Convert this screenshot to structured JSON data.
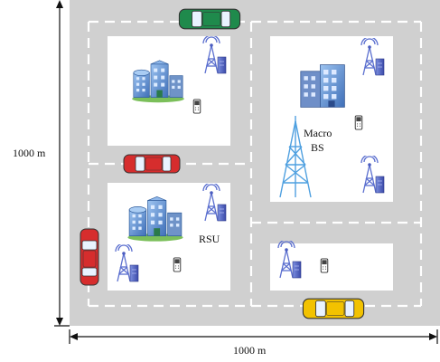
{
  "labels": {
    "dim_vertical": "1000 m",
    "dim_horizontal": "1000 m",
    "macro_bs_line1": "Macro",
    "macro_bs_line2": "BS",
    "rsu": "RSU"
  },
  "colors": {
    "road": "#d0d0d0",
    "block": "#ffffff",
    "lane_marking": "#ffffff",
    "car_green": "#1f8a4c",
    "car_red": "#d62d2d",
    "car_yellow": "#f2c200",
    "antenna": "#4a5cc0",
    "tower": "#5aa9e6",
    "building": "#5f8fd0"
  },
  "icons": {
    "base_station": "antenna-cabinet-icon",
    "macro_tower": "lattice-tower-icon",
    "phone": "mobile-phone-icon",
    "office": "office-buildings-icon",
    "car": "car-icon"
  }
}
